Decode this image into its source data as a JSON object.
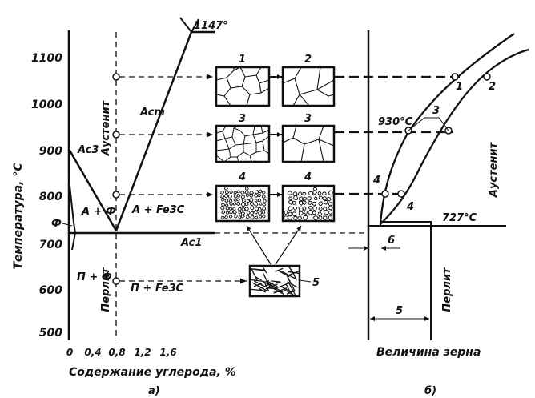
{
  "left_diagram": {
    "y_axis_title": "Температура, °С",
    "x_axis_title": "Содержание углерода, %",
    "y_ticks": [
      "1100",
      "1000",
      "900",
      "800",
      "700",
      "600",
      "500"
    ],
    "x_ticks": [
      "0",
      "0,4",
      "0,8",
      "1,2",
      "1,6"
    ],
    "top_temp": "1147°",
    "labels": {
      "acm": "Acm",
      "ac3": "Ac3",
      "ac1": "Ac1",
      "austenite": "Аустенит",
      "austenite_ferrite": "A + Ф",
      "austenite_fe3c": "A + Fe3C",
      "ferrite": "Ф",
      "pearlite_ferrite": "П + Ф",
      "pearlite": "Перлит",
      "pearlite_fe3c": "П + Fe3C"
    },
    "panel_label": "а)"
  },
  "micrographs": {
    "nums_row1": [
      "1",
      "2"
    ],
    "nums_row2": [
      "3",
      "3"
    ],
    "nums_row3": [
      "4",
      "4"
    ],
    "pearlite_num": "5"
  },
  "right_diagram": {
    "x_axis_title": "Величина зерна",
    "temp_930": "930°С",
    "temp_727": "727°С",
    "austenite": "Аустенит",
    "pearlite": "Перлит",
    "points": [
      "1",
      "2",
      "3",
      "4",
      "4",
      "6",
      "5"
    ],
    "panel_label": "б)"
  }
}
